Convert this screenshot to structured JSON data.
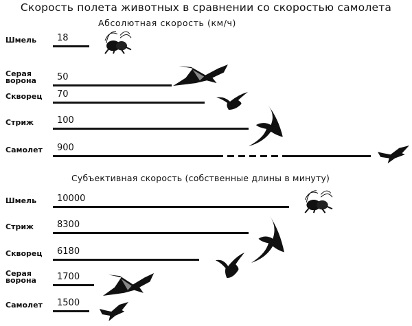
{
  "title": "Скорость полета животных в сравнении со скоростью самолета",
  "chart_data": [
    {
      "type": "bar",
      "title": "Абсолютная скорость (км/ч)",
      "categories": [
        "Шмель",
        "Серая ворона",
        "Скворец",
        "Стриж",
        "Самолет"
      ],
      "values": [
        "18",
        "50",
        "70",
        "100",
        "900"
      ],
      "icons": [
        "bumblebee-icon",
        "crow-icon",
        "starling-icon",
        "swift-icon",
        "airplane-icon"
      ]
    },
    {
      "type": "bar",
      "title": "Субъективная скорость (собственные длины в минуту)",
      "categories": [
        "Шмель",
        "Стриж",
        "Скворец",
        "Серая ворона",
        "Самолет"
      ],
      "values": [
        "10000",
        "8300",
        "6180",
        "1700",
        "1500"
      ],
      "icons": [
        "bumblebee-icon",
        "swift-icon",
        "starling-icon",
        "crow-icon",
        "airplane-icon"
      ]
    }
  ],
  "colors": {
    "ink": "#111111",
    "background": "#ffffff"
  }
}
